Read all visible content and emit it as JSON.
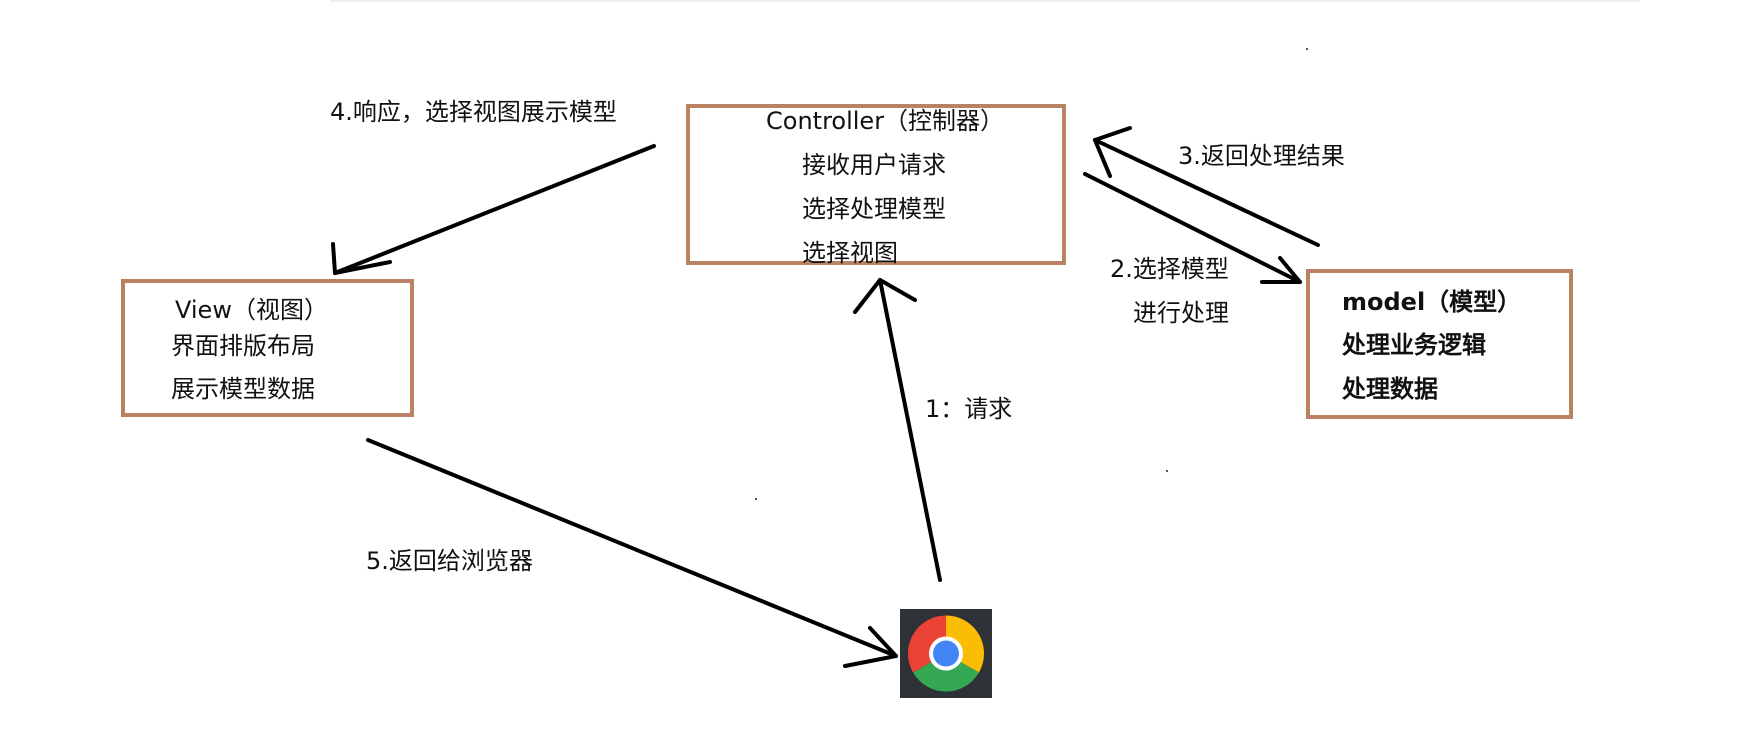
{
  "controller": {
    "title": "Controller（控制器）",
    "line1": "接收用户请求",
    "line2": "选择处理模型",
    "line3": "选择视图"
  },
  "view": {
    "title": "View（视图）",
    "line1": "界面排版布局",
    "line2": "展示模型数据"
  },
  "model": {
    "title": "model（模型）",
    "line1": "处理业务逻辑",
    "line2": "处理数据"
  },
  "steps": {
    "request": "1：请求",
    "choose_model": "2.选择模型",
    "process": "进行处理",
    "return_result": "3.返回处理结果",
    "respond": "4.响应，选择视图展示模型",
    "return_browser": "5.返回给浏览器"
  },
  "icons": {
    "browser": "chrome-browser-icon"
  },
  "colors": {
    "box_border": "#b98262",
    "arrow": "#000000"
  }
}
